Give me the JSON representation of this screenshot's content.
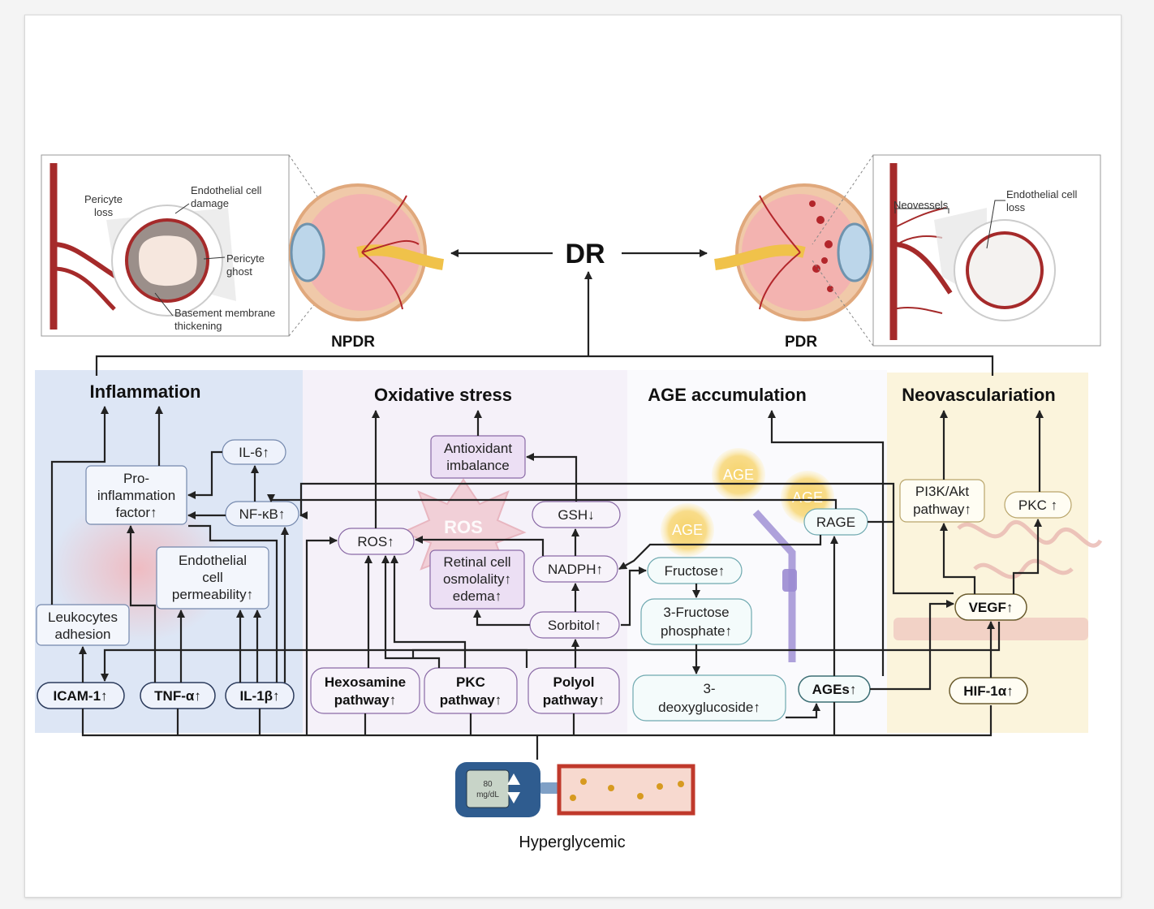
{
  "title": "DR",
  "stages": {
    "left": "NPDR",
    "right": "PDR"
  },
  "npdr_inset": {
    "pericyte_loss": [
      "Pericyte",
      "loss"
    ],
    "endothelial_damage": [
      "Endothelial cell",
      "damage"
    ],
    "pericyte_ghost": [
      "Pericyte",
      "ghost"
    ],
    "basement_membrane": [
      "Basement membrane",
      "thickening"
    ]
  },
  "pdr_inset": {
    "neovessels": "Neovessels",
    "endothelial_loss": [
      "Endothelial cell",
      "loss"
    ]
  },
  "sections": {
    "inflammation": "Inflammation",
    "oxidative": "Oxidative stress",
    "age": "AGE accumulation",
    "neo": "Neovasculariation"
  },
  "nodes": {
    "il6": "IL-6↑",
    "proinflam": [
      "Pro-",
      "inflammation",
      "factor↑"
    ],
    "nfkb": "NF-κB↑",
    "endo_perm": [
      "Endothelial",
      "cell",
      "permeability↑"
    ],
    "leuko": [
      "Leukocytes",
      "adhesion"
    ],
    "icam": "ICAM-1↑",
    "tnf": "TNF-α↑",
    "il1b": "IL-1β↑",
    "antiox": [
      "Antioxidant",
      "imbalance"
    ],
    "gsh": "GSH↓",
    "ros": "ROS↑",
    "ros_watermark": "ROS",
    "nadph": "NADPH↑",
    "retinal": [
      "Retinal cell",
      "osmolality↑",
      "edema↑"
    ],
    "sorbitol": "Sorbitol↑",
    "hexosamine": [
      "Hexosamine",
      "pathway↑"
    ],
    "pkc_path": [
      "PKC",
      "pathway↑"
    ],
    "polyol": [
      "Polyol",
      "pathway↑"
    ],
    "age_bubble": "AGE",
    "rage": "RAGE",
    "fructose": "Fructose↑",
    "f3p": [
      "3-Fructose",
      "phosphate↑"
    ],
    "deoxy": [
      "3-",
      "deoxyglucoside↑"
    ],
    "ages": "AGEs↑",
    "pi3k": [
      "PI3K/Akt",
      "pathway↑"
    ],
    "pkc": "PKC ↑",
    "vegf": "VEGF↑",
    "hif": "HIF-1α↑"
  },
  "meter": {
    "value": "80",
    "unit": "mg/dL"
  },
  "bottom_label": "Hyperglycemic",
  "colors": {
    "inflammation_bg": "#dde6f5",
    "oxidative_bg": "#f3eff8",
    "neo_bg": "#fbf4dc",
    "vessel": "#a52a2a",
    "purple_box": "#ecdff4"
  }
}
